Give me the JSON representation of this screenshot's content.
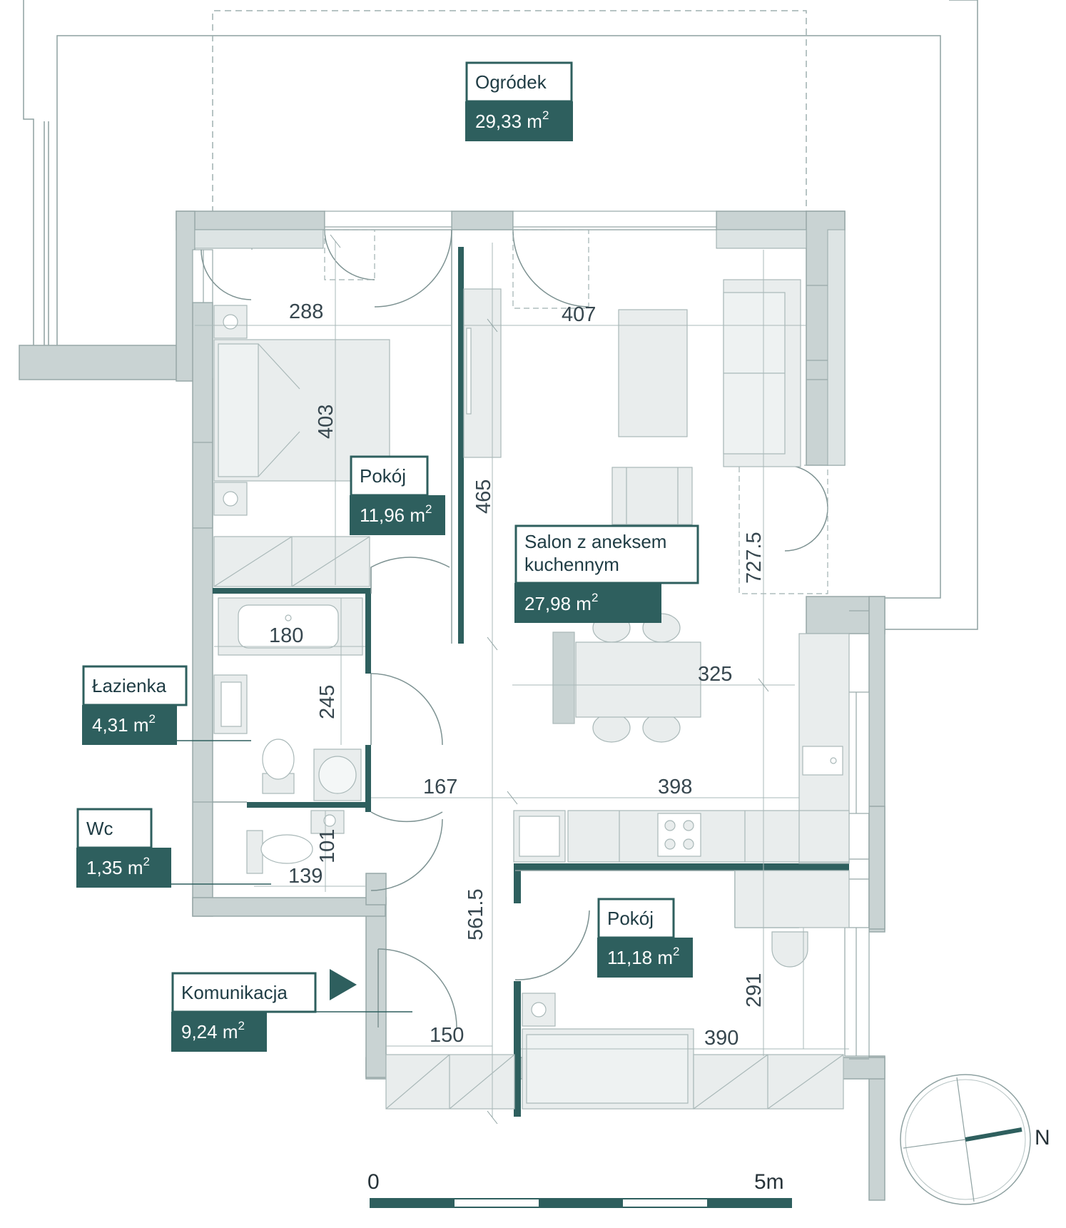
{
  "colors": {
    "accent": "#2e5f5e",
    "wall": "#c9d3d3",
    "line": "#8ea1a1",
    "furniture": "#e9eded"
  },
  "rooms": [
    {
      "name": "Ogródek",
      "area": "29,33 m",
      "sup": "2"
    },
    {
      "name": "Pokój",
      "area": "11,96 m",
      "sup": "2"
    },
    {
      "name": "Salon z aneksem",
      "name2": "kuchennym",
      "area": "27,98 m",
      "sup": "2"
    },
    {
      "name": "Łazienka",
      "area": "4,31 m",
      "sup": "2"
    },
    {
      "name": "Wc",
      "area": "1,35 m",
      "sup": "2"
    },
    {
      "name": "Pokój",
      "area": "11,18 m",
      "sup": "2"
    },
    {
      "name": "Komunikacja",
      "area": "9,24 m",
      "sup": "2"
    }
  ],
  "dimensions": [
    "288",
    "407",
    "403",
    "465",
    "727.5",
    "180",
    "325",
    "245",
    "167",
    "398",
    "101",
    "139",
    "561.5",
    "291",
    "150",
    "390"
  ],
  "scale": {
    "start": "0",
    "end": "5m"
  },
  "compass": {
    "label": "N"
  }
}
